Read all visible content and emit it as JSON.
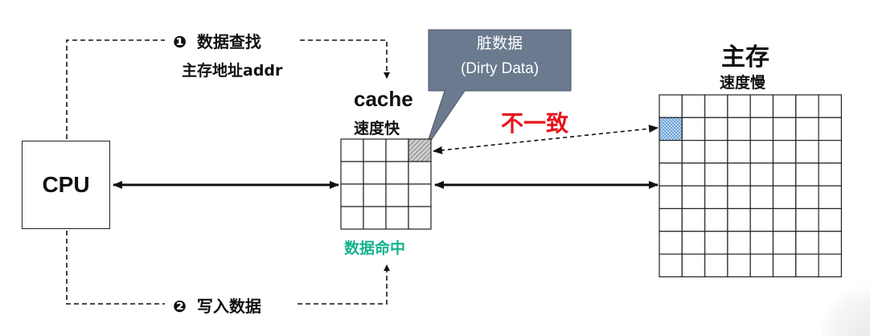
{
  "cpu": {
    "label": "CPU"
  },
  "steps": {
    "lookup": {
      "marker": "❶",
      "title": "数据查找",
      "detail": "主存地址addr"
    },
    "write": {
      "marker": "❷",
      "title": "写入数据"
    }
  },
  "cache": {
    "name": "cache",
    "speed": "速度快",
    "hit_label": "数据命中",
    "grid": {
      "rows": 4,
      "cols": 4
    },
    "dirty_cell": {
      "row": 0,
      "col": 3
    }
  },
  "callout": {
    "title": "脏数据",
    "subtitle": "(Dirty Data)"
  },
  "inconsistency_label": "不一致",
  "memory": {
    "name": "主存",
    "speed": "速度慢",
    "grid": {
      "rows": 8,
      "cols": 8
    },
    "marked_cell": {
      "row": 1,
      "col": 0
    }
  },
  "colors": {
    "mismatch": "#e8141e",
    "hit": "#16b18e",
    "callout_fill": "#6b7a8f",
    "memory_marked": "#9cc3e6"
  }
}
